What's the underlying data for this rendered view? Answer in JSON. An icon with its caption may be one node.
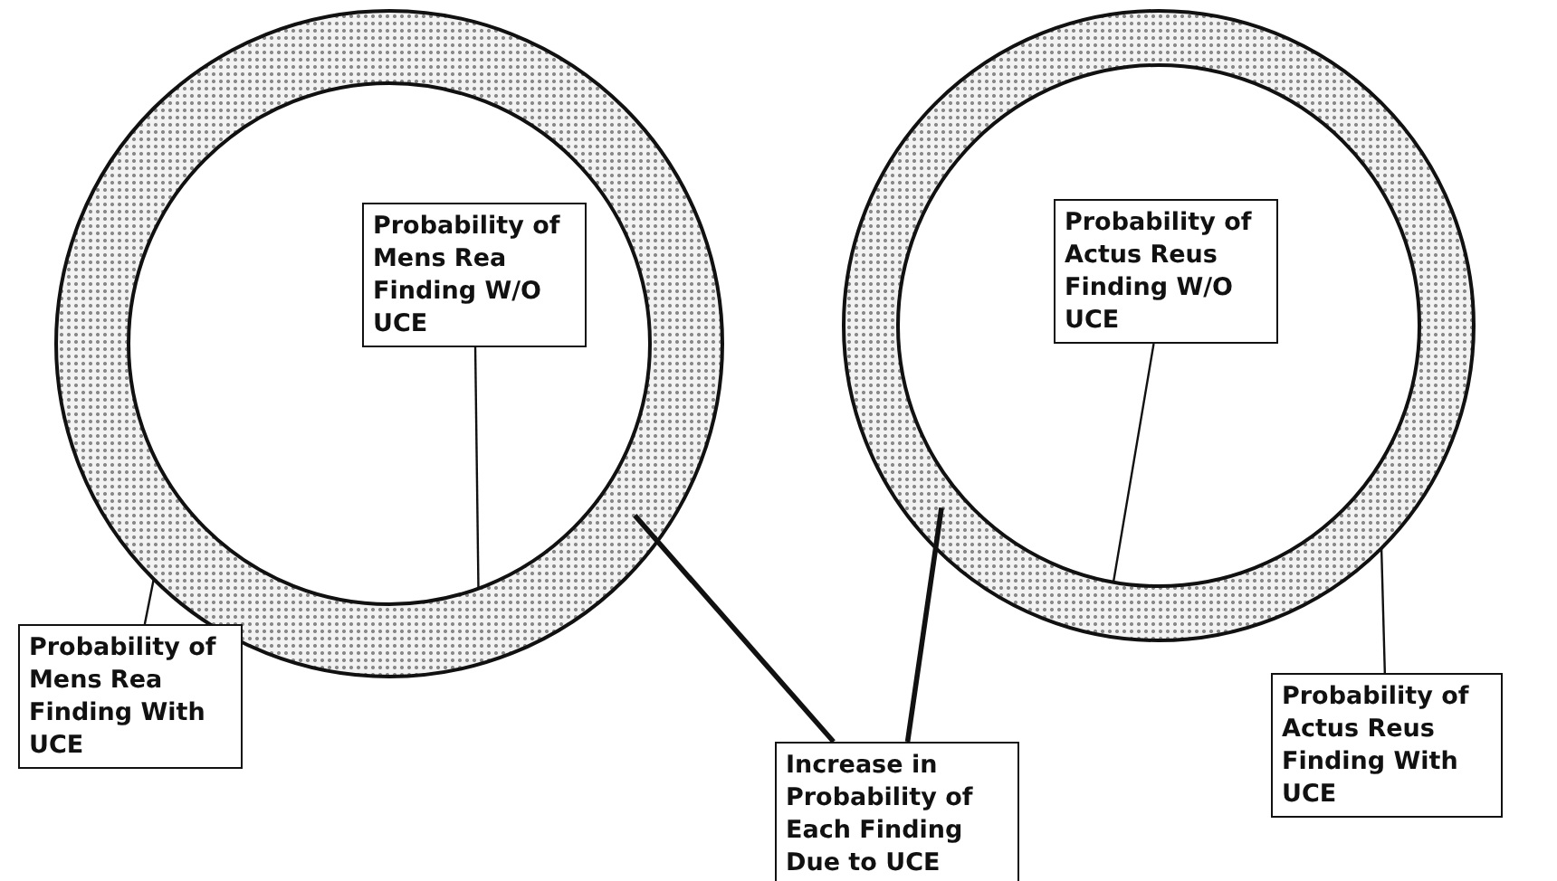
{
  "diagram": {
    "nodes": [
      {
        "text": [],
        "shape": "circle"
      },
      {
        "text": [],
        "shape": "circle",
        "in": 0
      },
      {
        "text": [
          "Probability of Mens Rea Finding W/O UCE"
        ],
        "in": 1
      },
      {
        "text": [],
        "shape": "circle"
      },
      {
        "text": [],
        "shape": "circle",
        "in": 3
      },
      {
        "text": [
          "Probability of Actus Reus Finding W/O UCE"
        ],
        "in": 4
      },
      {
        "text": [
          "Probability of Mens Rea Finding With UCE"
        ]
      },
      {
        "text": [
          "Increase in Probability of Each Finding Due to UCE"
        ]
      },
      {
        "text": [
          "Probability of Actus Reus Finding With UCE"
        ]
      }
    ],
    "edges": [
      {
        "from": 2,
        "to": 1,
        "arrow": "none"
      },
      {
        "from": 6,
        "to": 0,
        "arrow": "none"
      },
      {
        "from": 7,
        "to": 0,
        "arrow": "none",
        "style": "thick"
      },
      {
        "from": 7,
        "to": 3,
        "arrow": "none",
        "style": "thick"
      },
      {
        "from": 5,
        "to": 4,
        "arrow": "none"
      },
      {
        "from": 8,
        "to": 3,
        "arrow": "none"
      }
    ]
  }
}
